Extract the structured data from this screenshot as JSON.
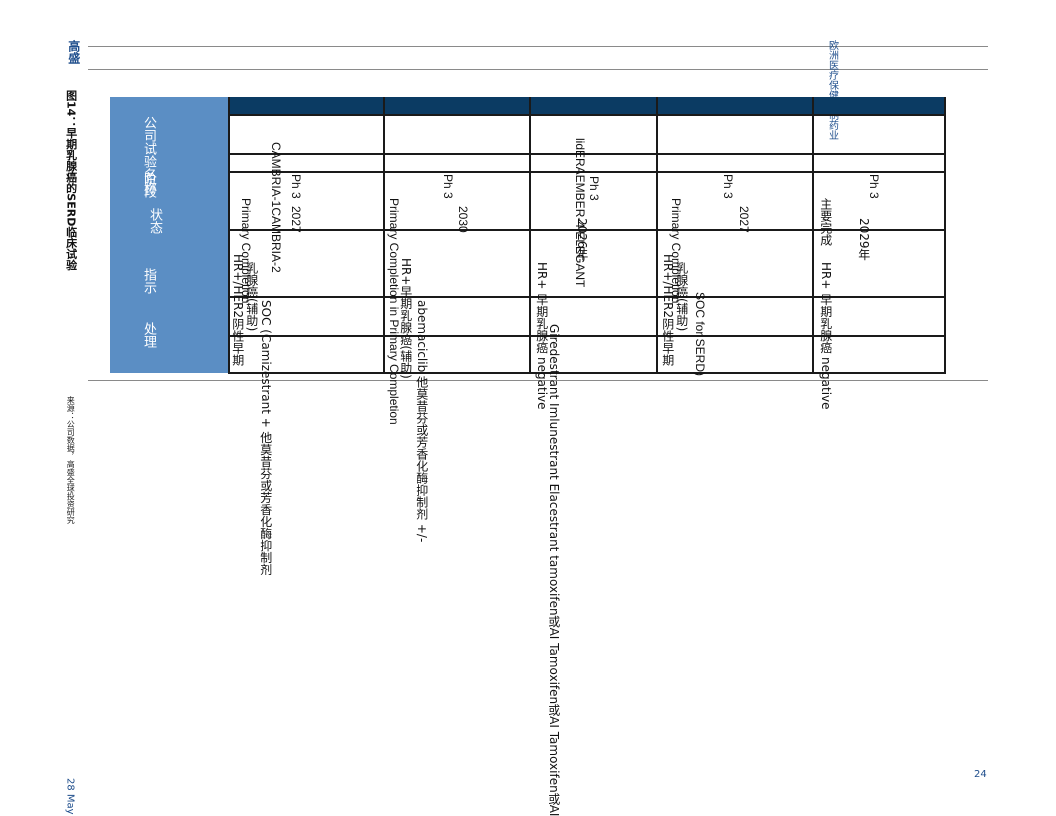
{
  "header": {
    "brand": "高盛",
    "sector": "欧洲医疗保健：制药业"
  },
  "figure": {
    "title": "图14：早期乳腺癌的SERD临床试验"
  },
  "table": {
    "headers": {
      "company": "公司",
      "trial_name": "试验名称",
      "stage": "阶段",
      "status": "状态",
      "indication": "指示",
      "treatment": "处理"
    },
    "rows": [
      {
        "trial": "CAMBRIA-1CAMBRIA-2",
        "stage": "Ph 3",
        "status": "2027",
        "status_note": "Primary Completion",
        "indication": "HR+/HER2阴性早期",
        "indication_note": "乳腺癌(辅助)",
        "treatment": "SOC (Camizestrant + 他莫昔芬或芳香化酶抑制剂"
      },
      {
        "trial": "",
        "stage": "Ph 3",
        "status": "2030",
        "status_note": "Primary Completion in Primary Completion",
        "indication": "HR+早期乳腺癌(辅助)",
        "indication_note": "",
        "treatment": "abemaciclib 他莫昔芬或芳香化酶抑制剂 +/-"
      },
      {
        "trial": "lidERAEMBER-4 ELEGANT",
        "stage": "Ph 3",
        "status": "2026年",
        "status_note": "",
        "indication": "HR+ 早期乳腺癌 negative",
        "indication_note": "",
        "treatment": "Giredestrant Imlunestrant Elacestrant tamoxifen或AI Tamoxifen或AI Tamoxifen或AI"
      },
      {
        "trial": "",
        "stage": "Ph 3",
        "status": "2027",
        "status_note": "Primary Completion",
        "indication": "HR+/HER2阴性早期",
        "indication_note": "乳腺癌(辅助)",
        "treatment": "SOC for SERD)"
      },
      {
        "trial": "",
        "stage": "Ph 3",
        "status": "2029年",
        "status_note": "主要完成",
        "indication": "HR+ 早期乳腺癌 negative",
        "indication_note": "",
        "treatment": ""
      }
    ]
  },
  "footer": {
    "source": "来源：公司数据，高盛全球投资研究",
    "date": "28 May",
    "page_number": "24"
  }
}
